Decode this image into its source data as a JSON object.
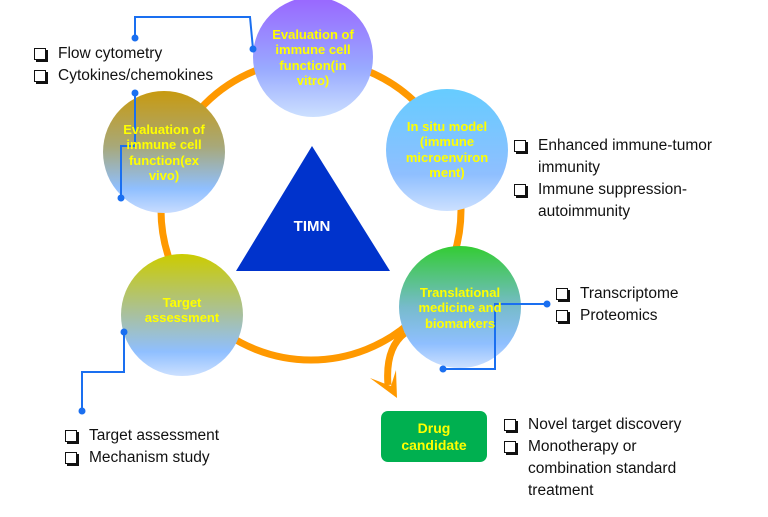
{
  "center": {
    "label": "TIMN"
  },
  "nodes": [
    {
      "id": "in-vitro",
      "label": "Evaluation of immune cell function(in vitro)",
      "lines": [
        "Evaluation of",
        "immune cell",
        "function(in",
        "vitro)"
      ]
    },
    {
      "id": "ex-vivo",
      "label": "Evaluation of immune cell function(ex vivo)",
      "lines": [
        "Evaluation of",
        "immune cell",
        "function(ex",
        "vivo)"
      ]
    },
    {
      "id": "in-situ",
      "label": "In situ model (immune microenvironment)",
      "lines": [
        "In situ model",
        "(immune",
        "microenviron",
        "ment)"
      ]
    },
    {
      "id": "target",
      "label": "Target assessment",
      "lines": [
        "Target",
        "assessment"
      ]
    },
    {
      "id": "translational",
      "label": "Translational medicine and biomarkers",
      "lines": [
        "Translational",
        "medicine and",
        "biomarkers"
      ]
    }
  ],
  "output": {
    "lines": [
      "Drug",
      "candidate"
    ]
  },
  "lists": {
    "in_vitro": [
      "Flow cytometry",
      "Cytokines/chemokines"
    ],
    "in_situ": [
      "Enhanced immune-tumor immunity",
      "Immune suppression-autoimmunity"
    ],
    "translational": [
      "Transcriptome",
      "Proteomics"
    ],
    "target": [
      "Target assessment",
      "Mechanism study"
    ],
    "drug": [
      "Novel target discovery",
      "Monotherapy or combination standard treatment"
    ]
  },
  "colors": {
    "ring": "#ff9900",
    "triangle": "#0033cc",
    "connector": "#1a6ff0",
    "node_text": "#ffff00",
    "drug_box": "#00b050"
  }
}
